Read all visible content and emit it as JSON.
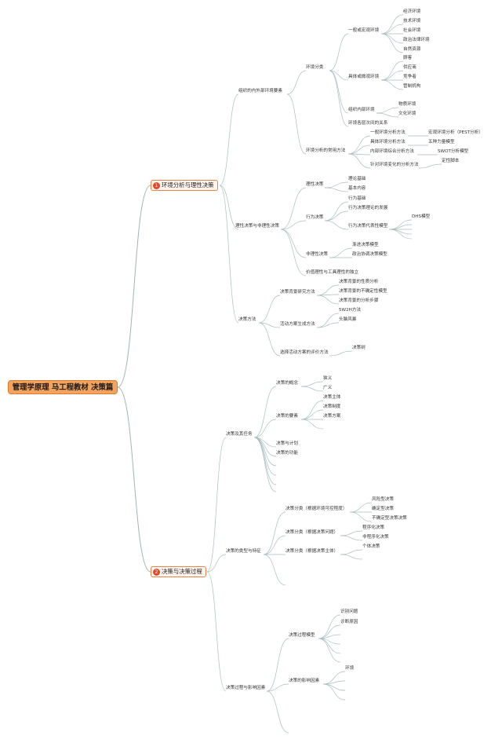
{
  "root": "管理学原理 马工程教材 决策篇",
  "branches": [
    {
      "number": "1",
      "label": "环境分析与理性决策",
      "children": [
        {
          "label": "组织的内外部环境要素",
          "children": [
            {
              "label": "环境分类",
              "children": [
                {
                  "label": "一般或宏观环境",
                  "children": [
                    "经济环境",
                    "技术环境",
                    "社会环境",
                    "政治法律环境",
                    "自然资源"
                  ]
                },
                {
                  "label": "具体或微观环境",
                  "children": [
                    "顾客",
                    "供应商",
                    "竞争者",
                    "管制机构"
                  ]
                },
                {
                  "label": "组织内部环境",
                  "children": [
                    "物质环境",
                    "文化环境"
                  ]
                },
                {
                  "label": "环境各层次间的关系",
                  "children": []
                }
              ]
            },
            {
              "label": "环境分析的常用方法",
              "children": [
                {
                  "label": "一般环境分析方法",
                  "children": [
                    "宏观环境分析（PEST分析）"
                  ]
                },
                {
                  "label": "具体环境分析方法",
                  "children": [
                    "五种力量模型"
                  ]
                },
                {
                  "label": "内部环境综合分析方法",
                  "children": [
                    "SWOT分析模型"
                  ]
                },
                {
                  "label": "针对环境变化的分析方法",
                  "children": [
                    "定性脚本"
                  ]
                }
              ]
            }
          ]
        },
        {
          "label": "理性决策与非理性决策",
          "children": [
            {
              "label": "理性决策",
              "children": [
                "理论基础",
                "基本内容"
              ]
            },
            {
              "label": "行为决策",
              "children": [
                "行为基础",
                "行为决策理论的发展",
                {
                  "label": "行为决策代表性模型",
                  "children": [
                    "DHS模型"
                  ]
                }
              ]
            },
            {
              "label": "非理性决策",
              "children": [
                "渐进决策模型",
                "政治协调决策模型"
              ]
            },
            {
              "label": "价值理性与工具理性的独立",
              "children": []
            }
          ]
        },
        {
          "label": "决策方法",
          "children": [
            {
              "label": "决策背景研究方法",
              "children": [
                "决策背景的性质分析",
                "决策背景的不确定性模型",
                "决策背景的分析步骤"
              ]
            },
            {
              "label": "活动方案生成方法",
              "children": [
                "5W2H方法",
                "头脑风暴"
              ]
            },
            {
              "label": "选择活动方案的评价方法",
              "children": [
                "决策树"
              ]
            }
          ]
        }
      ]
    },
    {
      "number": "2",
      "label": "决策与决策过程",
      "children": [
        {
          "label": "决策及其任务",
          "children": [
            {
              "label": "决策的概念",
              "children": [
                "狭义",
                "广义"
              ]
            },
            {
              "label": "决策的要素",
              "children": [
                "决策主体",
                "决策制度",
                "决策方案"
              ]
            },
            {
              "label": "决策与计划",
              "children": []
            },
            {
              "label": "决策的功能",
              "children": []
            }
          ]
        },
        {
          "label": "决策的类型与特征",
          "children": [
            {
              "label": "决策分类（根据环境可控程度）",
              "children": [
                "风险型决策",
                "确定型决策",
                "不确定型决策决策"
              ]
            },
            {
              "label": "决策分类（根据决策问题）",
              "children": [
                "程序化决策",
                "非程序化决策"
              ]
            },
            {
              "label": "决策分类（根据决策主体）",
              "children": [
                "个体决策"
              ]
            }
          ]
        },
        {
          "label": "决策过程与影响因素",
          "children": [
            {
              "label": "决策过程模型",
              "children": [
                "识别问题",
                "诊断原因"
              ]
            },
            {
              "label": "决策的影响因素",
              "children": [
                "环境"
              ]
            }
          ]
        }
      ]
    }
  ],
  "colors": {
    "root_fill": "#f2a35e",
    "root_border": "#e07b2e",
    "branch_fill": "#fff4ec",
    "branch_border": "#e8834a",
    "number_badge": "#e0492c",
    "main_line": "#9cb6b5",
    "node_line": "#a9bec0",
    "text": "#333333"
  }
}
